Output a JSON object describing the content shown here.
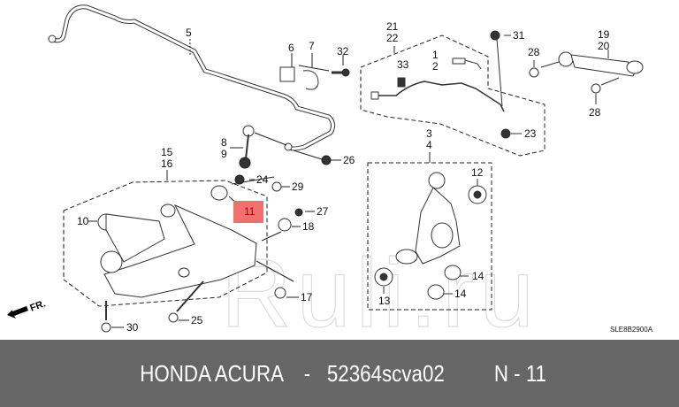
{
  "diagram": {
    "diagram_code": "SLE8B2900A",
    "front_indicator": "FR.",
    "watermark": "Ruli.ru",
    "highlighted_part": "11",
    "callouts": [
      {
        "id": "c5",
        "text": "5"
      },
      {
        "id": "c6",
        "text": "6"
      },
      {
        "id": "c7",
        "text": "7"
      },
      {
        "id": "c32",
        "text": "32"
      },
      {
        "id": "c8",
        "text": "8"
      },
      {
        "id": "c9",
        "text": "9"
      },
      {
        "id": "c26",
        "text": "26"
      },
      {
        "id": "c15",
        "text": "15"
      },
      {
        "id": "c16",
        "text": "16"
      },
      {
        "id": "c24",
        "text": "24"
      },
      {
        "id": "c29",
        "text": "29"
      },
      {
        "id": "c10",
        "text": "10"
      },
      {
        "id": "c11",
        "text": "11"
      },
      {
        "id": "c27",
        "text": "27"
      },
      {
        "id": "c18",
        "text": "18"
      },
      {
        "id": "c17",
        "text": "17"
      },
      {
        "id": "c25",
        "text": "25"
      },
      {
        "id": "c30",
        "text": "30"
      },
      {
        "id": "c21",
        "text": "21"
      },
      {
        "id": "c22",
        "text": "22"
      },
      {
        "id": "c1",
        "text": "1"
      },
      {
        "id": "c2",
        "text": "2"
      },
      {
        "id": "c33",
        "text": "33"
      },
      {
        "id": "c31",
        "text": "31"
      },
      {
        "id": "c23",
        "text": "23"
      },
      {
        "id": "c28a",
        "text": "28"
      },
      {
        "id": "c28b",
        "text": "28"
      },
      {
        "id": "c19",
        "text": "19"
      },
      {
        "id": "c20",
        "text": "20"
      },
      {
        "id": "c3",
        "text": "3"
      },
      {
        "id": "c4",
        "text": "4"
      },
      {
        "id": "c12",
        "text": "12"
      },
      {
        "id": "c13",
        "text": "13"
      },
      {
        "id": "c14a",
        "text": "14"
      },
      {
        "id": "c14b",
        "text": "14"
      }
    ]
  },
  "footer": {
    "brand": "HONDA ACURA",
    "separator": "-",
    "part_number": "52364scva02",
    "position_label": "N - 11"
  }
}
